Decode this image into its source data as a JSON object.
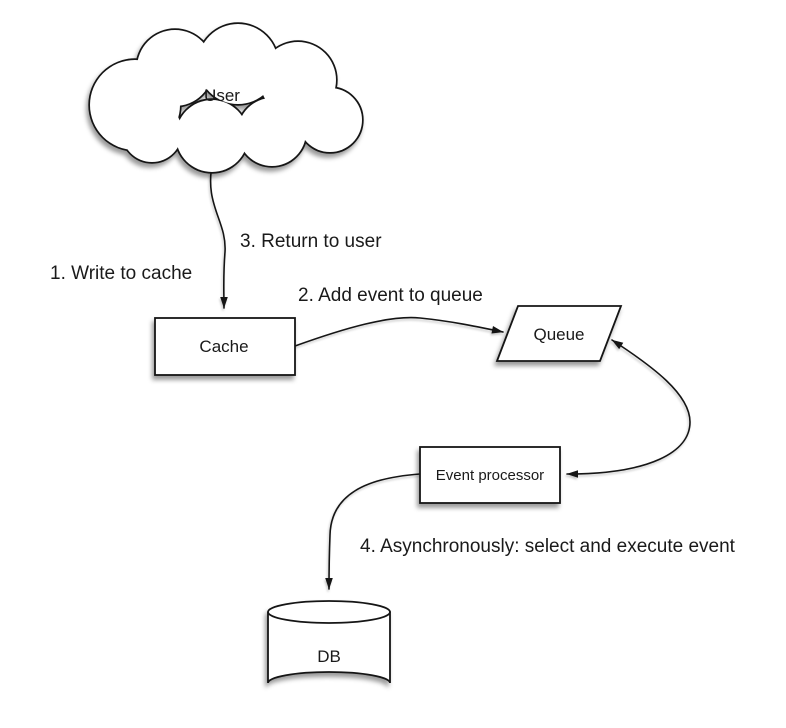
{
  "colors": {
    "stroke": "#151515",
    "shape_fill": "#ffffff",
    "text": "#1a1a1a",
    "background": "#ffffff"
  },
  "nodes": {
    "user": {
      "label": "User",
      "shape": "cloud"
    },
    "cache": {
      "label": "Cache",
      "shape": "rectangle"
    },
    "queue": {
      "label": "Queue",
      "shape": "parallelogram"
    },
    "event_processor": {
      "label": "Event processor",
      "shape": "rectangle"
    },
    "db": {
      "label": "DB",
      "shape": "cylinder"
    }
  },
  "annotations": {
    "step1": "1. Write to cache",
    "step2": "2. Add event to queue",
    "step3": "3. Return to user",
    "step4": "4. Asynchronously: select and execute event"
  },
  "edges": [
    {
      "from": "user",
      "to": "cache",
      "annotations": [
        "step1",
        "step3"
      ]
    },
    {
      "from": "cache",
      "to": "queue",
      "annotations": [
        "step2"
      ]
    },
    {
      "between": [
        "queue",
        "event_processor"
      ],
      "bidirectional": true
    },
    {
      "from": "event_processor",
      "to": "db",
      "annotations": [
        "step4"
      ]
    }
  ]
}
